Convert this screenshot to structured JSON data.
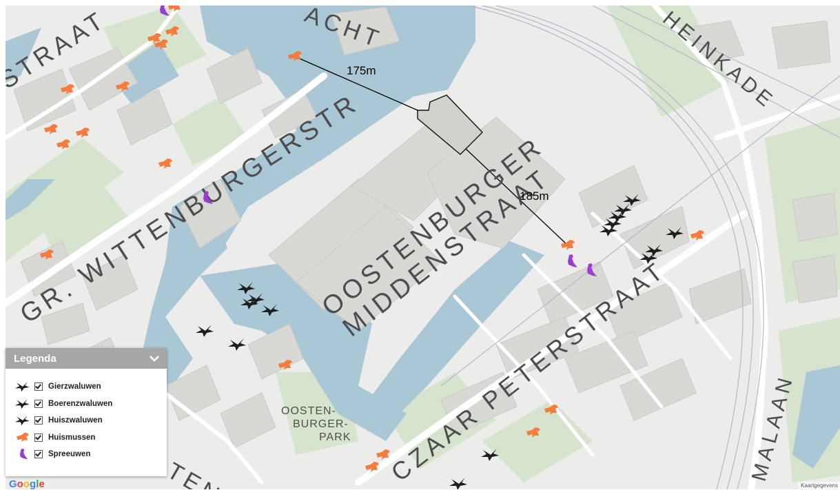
{
  "map": {
    "streets": {
      "gr_wittenburgerstr": "GR. WITTENBURGERSTR",
      "straat_top_left": "STRAAT",
      "gracht_top": "ACHT",
      "heinkade": "HEINKADE",
      "oostenburger": "OOSTENBURGER",
      "middenstraat": "MIDDENSTRAAT",
      "czaar_peterstraat": "CZAAR PETERSTRAAT",
      "oostenburgerpark_1": "OOSTEN-",
      "oostenburgerpark_2": "BURGER-",
      "oostenburgerpark_3": "PARK",
      "laan": "MALAAN",
      "bottom_partial": "TEN"
    },
    "measurements": {
      "distance_1": "175m",
      "distance_2": "185m"
    },
    "colors": {
      "water": "#aac7d6",
      "park": "#d6e4ce",
      "building": "#d8d8d4",
      "land": "#ececea",
      "huismus": "#f47c3c",
      "spreeuw": "#9a3ed3",
      "zwaluw": "#1e1e1e"
    }
  },
  "legend": {
    "title": "Legenda",
    "toggle_icon": "chevron-down-icon",
    "items": [
      {
        "label": "Gierzwaluwen",
        "icon": "swift-icon",
        "checked": true
      },
      {
        "label": "Boerenzwaluwen",
        "icon": "barn-swallow-icon",
        "checked": true
      },
      {
        "label": "Huiszwaluwen",
        "icon": "house-martin-icon",
        "checked": true
      },
      {
        "label": "Huismussen",
        "icon": "sparrow-icon",
        "checked": true
      },
      {
        "label": "Spreeuwen",
        "icon": "starling-icon",
        "checked": true
      }
    ]
  },
  "footer": {
    "google": "Google",
    "attribution": "Kaartgegevens"
  }
}
